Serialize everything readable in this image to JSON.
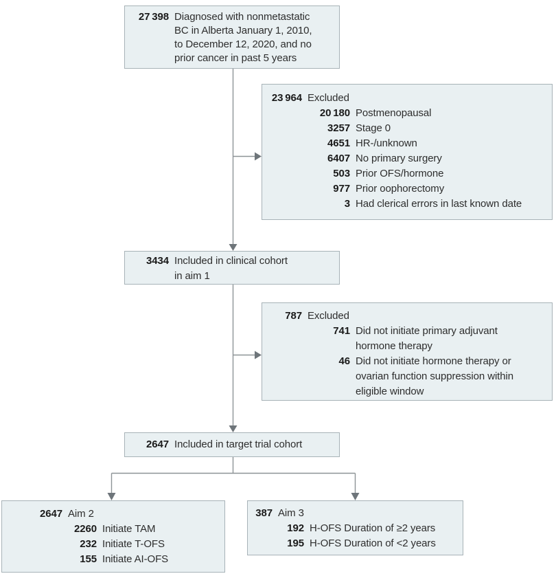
{
  "colors": {
    "box_fill": "#e9f0f2",
    "box_border": "#a7b2b7",
    "connector_line": "#8d9396",
    "arrowhead": "#6e757a",
    "text": "#2d2d2d",
    "number": "#1a1a1a"
  },
  "boxes": {
    "diagnosed": {
      "rows": [
        {
          "num": "27 398",
          "lines": [
            "Diagnosed with nonmetastatic",
            "BC in Alberta January 1, 2010,",
            "to December 12, 2020, and no",
            "prior cancer in past 5 years"
          ]
        }
      ]
    },
    "excluded_initial": {
      "rows": [
        {
          "num": "23 964",
          "lines": [
            "Excluded"
          ]
        },
        {
          "num": "20 180",
          "lines": [
            "Postmenopausal"
          ]
        },
        {
          "num": "3257",
          "lines": [
            "Stage 0"
          ]
        },
        {
          "num": "4651",
          "lines": [
            "HR-/unknown"
          ]
        },
        {
          "num": "6407",
          "lines": [
            "No primary surgery"
          ]
        },
        {
          "num": "503",
          "lines": [
            "Prior OFS/hormone"
          ]
        },
        {
          "num": "977",
          "lines": [
            "Prior oophorectomy"
          ]
        },
        {
          "num": "3",
          "lines": [
            "Had clerical errors in last known date"
          ]
        }
      ]
    },
    "clinical_cohort": {
      "rows": [
        {
          "num": "3434",
          "lines": [
            "Included in clinical cohort",
            "in aim 1"
          ]
        }
      ]
    },
    "excluded_hormone": {
      "rows": [
        {
          "num": "787",
          "lines": [
            "Excluded"
          ]
        },
        {
          "num": "741",
          "lines": [
            "Did not initiate primary adjuvant",
            "hormone therapy"
          ]
        },
        {
          "num": "46",
          "lines": [
            "Did not initiate hormone therapy or",
            "ovarian function suppression within",
            "eligible window"
          ]
        }
      ]
    },
    "target_trial": {
      "rows": [
        {
          "num": "2647",
          "lines": [
            "Included in target trial cohort"
          ]
        }
      ]
    },
    "aim2": {
      "rows": [
        {
          "num": "2647",
          "lines": [
            "Aim 2"
          ]
        },
        {
          "num": "2260",
          "lines": [
            "Initiate TAM"
          ]
        },
        {
          "num": "232",
          "lines": [
            "Initiate T-OFS"
          ]
        },
        {
          "num": "155",
          "lines": [
            "Initiate AI-OFS"
          ]
        }
      ]
    },
    "aim3": {
      "rows": [
        {
          "num": "387",
          "lines": [
            "Aim 3"
          ]
        },
        {
          "num": "192",
          "lines": [
            "H-OFS Duration of ≥2 years"
          ]
        },
        {
          "num": "195",
          "lines": [
            "H-OFS Duration of <2 years"
          ]
        }
      ]
    }
  }
}
